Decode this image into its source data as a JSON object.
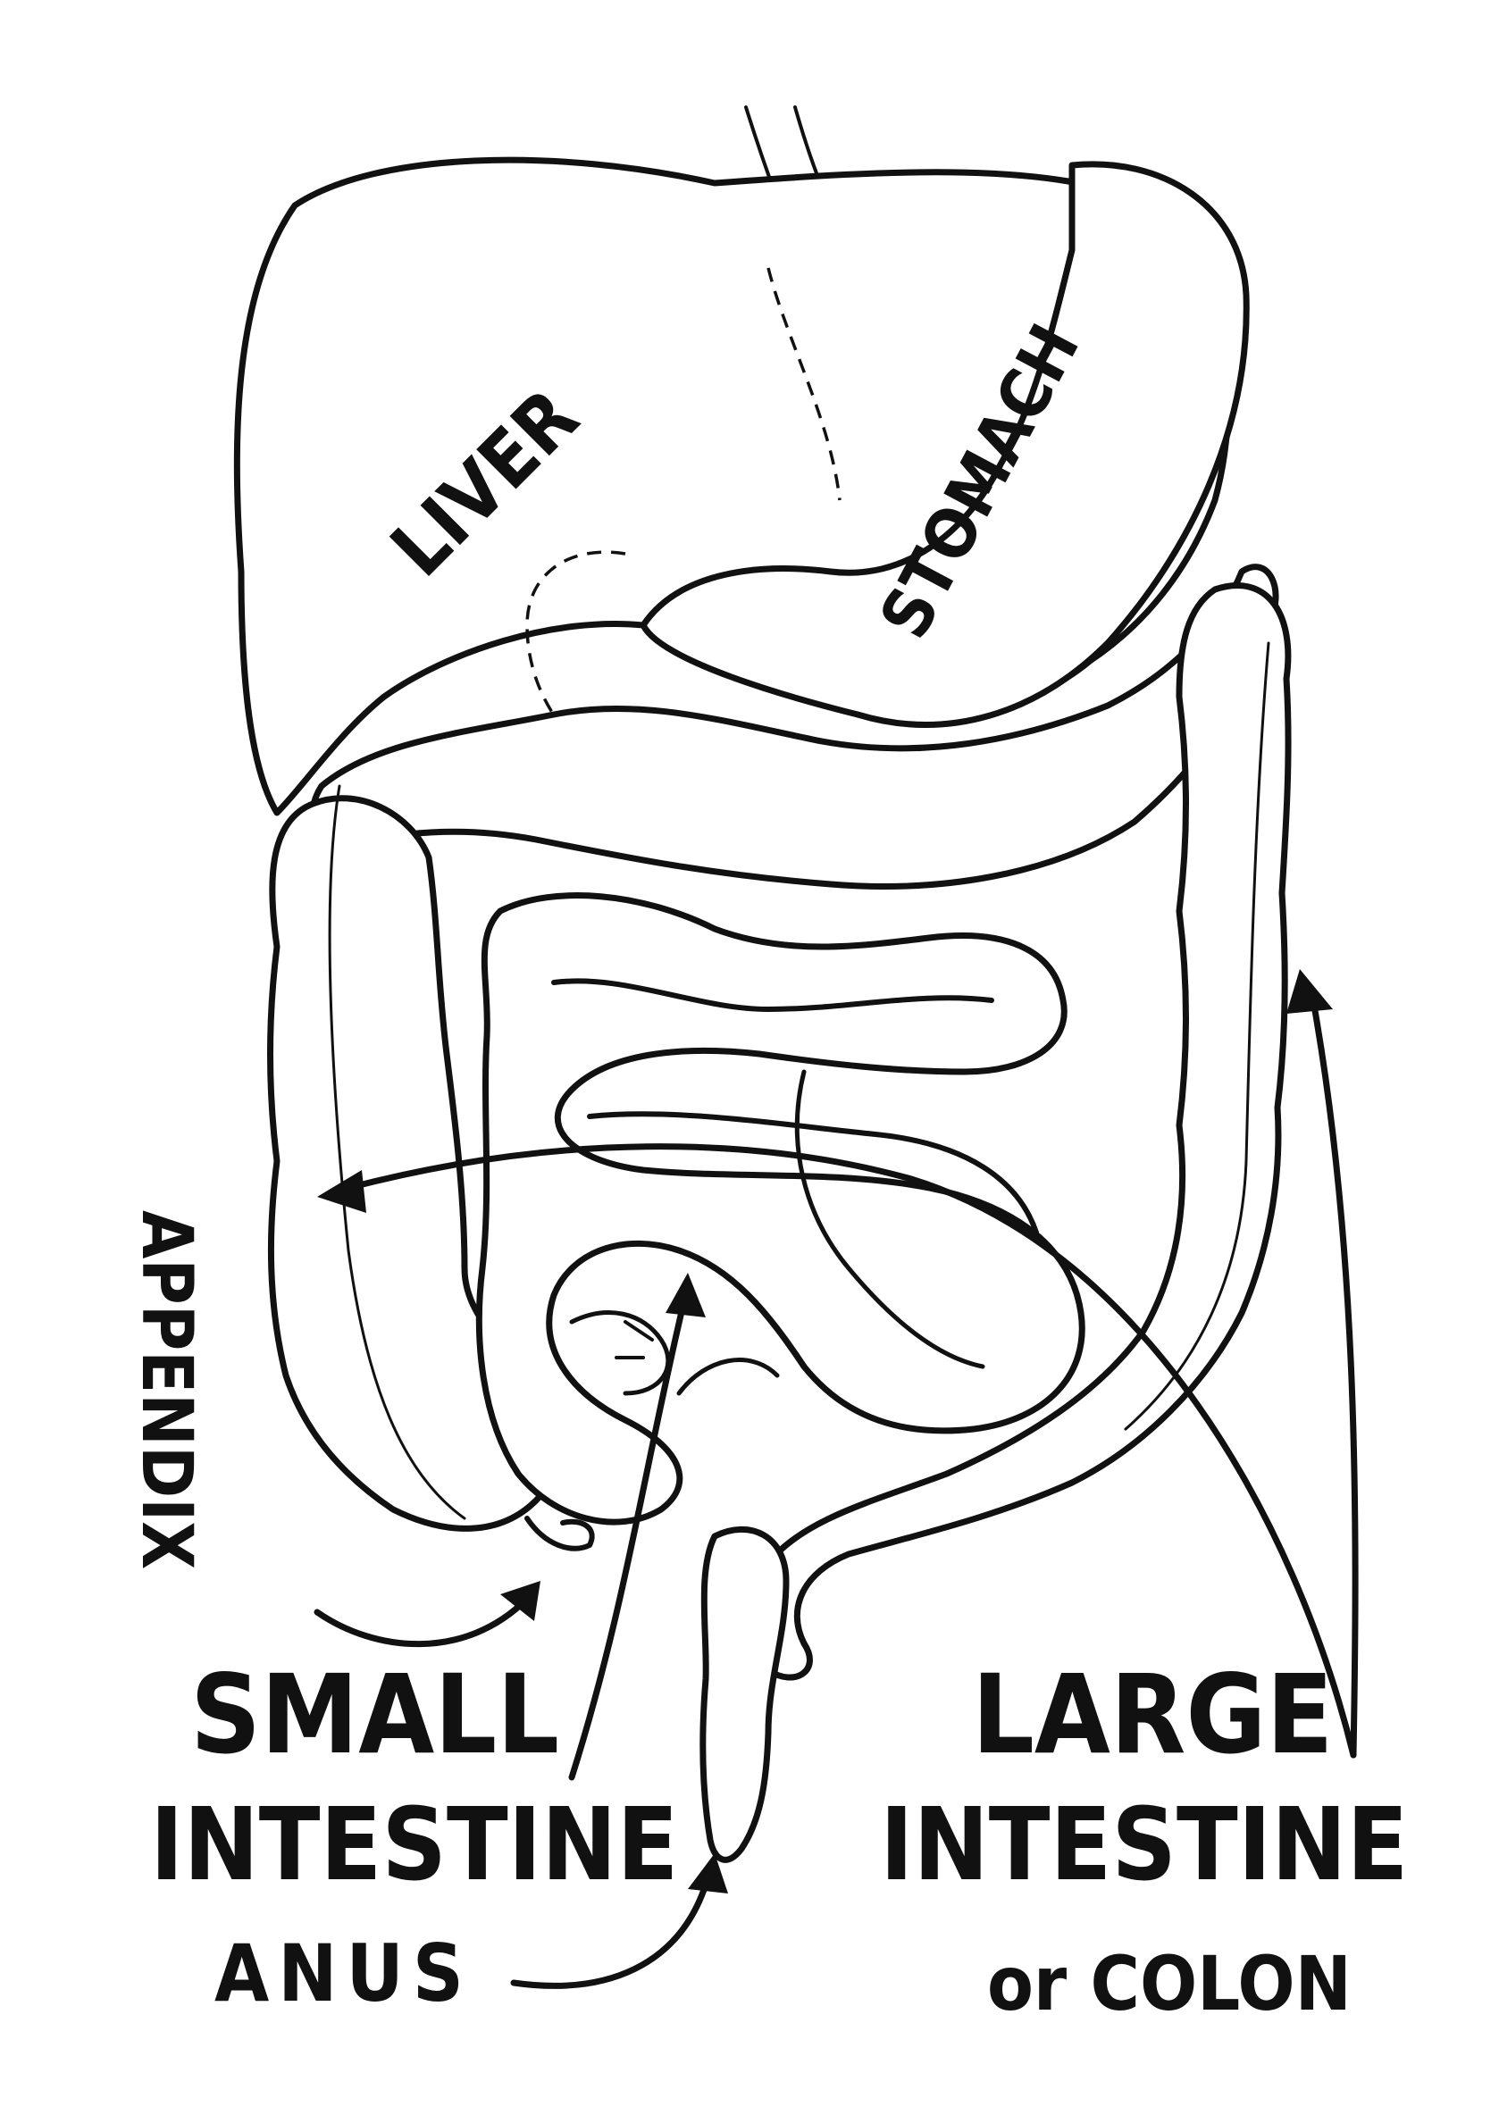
{
  "labels": {
    "liver": "LIVER",
    "stomach": "STOMACH",
    "appendix": "APPENDIX",
    "small_intestine_1": "SMALL",
    "small_intestine_2": "INTESTINE",
    "anus": "ANUS",
    "large_intestine_1": "LARGE",
    "large_intestine_2": "INTESTINE",
    "large_intestine_3": "or COLON"
  }
}
